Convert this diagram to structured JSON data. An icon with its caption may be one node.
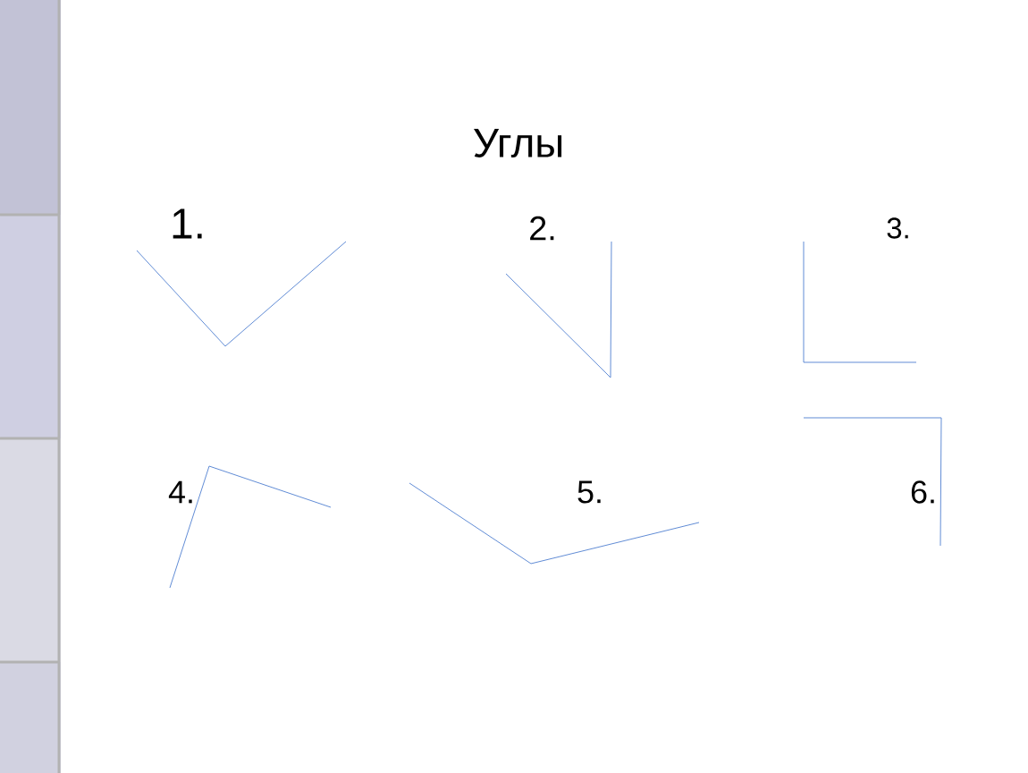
{
  "diagram": {
    "title": "Углы",
    "labels": [
      "1.",
      "2.",
      "3.",
      "4.",
      "5.",
      "6."
    ]
  }
}
